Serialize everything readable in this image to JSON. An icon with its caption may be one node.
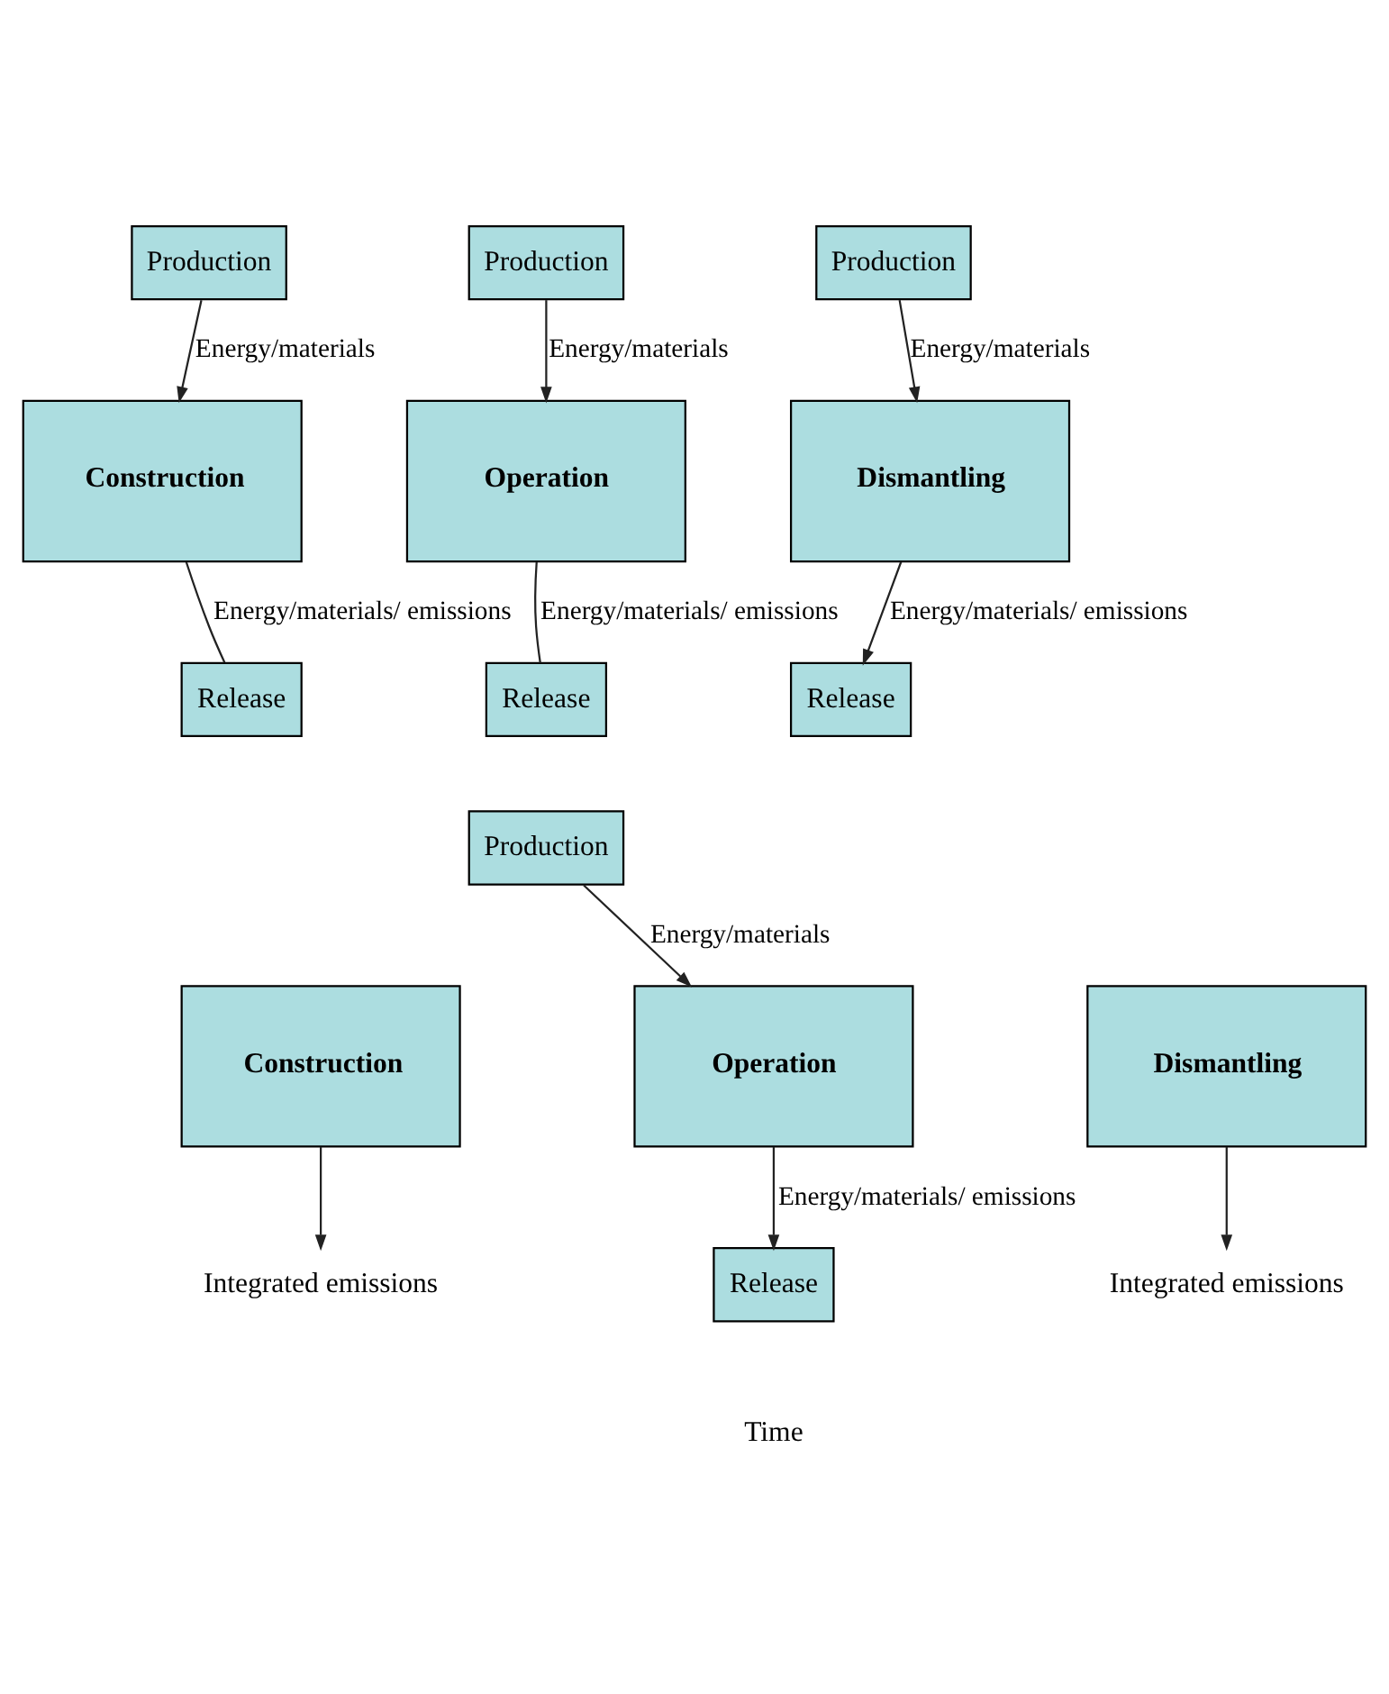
{
  "diagram": {
    "nodes": [
      {
        "text": [
          "Production"
        ]
      },
      {
        "text": [
          "Construction"
        ]
      },
      {
        "text": [
          "Release"
        ]
      },
      {
        "text": [
          "Production"
        ]
      },
      {
        "text": [
          "Operation"
        ]
      },
      {
        "text": [
          "Release"
        ]
      },
      {
        "text": [
          "Production"
        ]
      },
      {
        "text": [
          "Dismantling"
        ]
      },
      {
        "text": [
          "Release"
        ]
      },
      {
        "text": [
          "Production"
        ]
      },
      {
        "text": [
          "Construction"
        ]
      },
      {
        "text": [
          "Operation"
        ]
      },
      {
        "text": [
          "Dismantling"
        ]
      },
      {
        "text": [
          "Integrated emissions"
        ]
      },
      {
        "text": [
          "Release"
        ]
      },
      {
        "text": [
          "Integrated emissions"
        ]
      }
    ],
    "edges": [
      {
        "from": 0,
        "to": 1,
        "arrow": "to",
        "label": "Energy/materials"
      },
      {
        "from": 1,
        "to": 2,
        "arrow": "none",
        "label": "Energy/materials/ emissions"
      },
      {
        "from": 3,
        "to": 4,
        "arrow": "to",
        "label": "Energy/materials"
      },
      {
        "from": 4,
        "to": 5,
        "arrow": "none",
        "label": "Energy/materials/ emissions"
      },
      {
        "from": 6,
        "to": 7,
        "arrow": "to",
        "label": "Energy/materials"
      },
      {
        "from": 7,
        "to": 8,
        "arrow": "to",
        "label": "Energy/materials/ emissions"
      },
      {
        "from": 9,
        "to": 11,
        "arrow": "to",
        "label": "Energy/materials"
      },
      {
        "from": 10,
        "to": 13,
        "arrow": "to"
      },
      {
        "from": 11,
        "to": 14,
        "arrow": "to",
        "label": "Energy/materials/ emissions"
      },
      {
        "from": 12,
        "to": 15,
        "arrow": "to"
      }
    ],
    "labels": [
      "Time"
    ]
  }
}
